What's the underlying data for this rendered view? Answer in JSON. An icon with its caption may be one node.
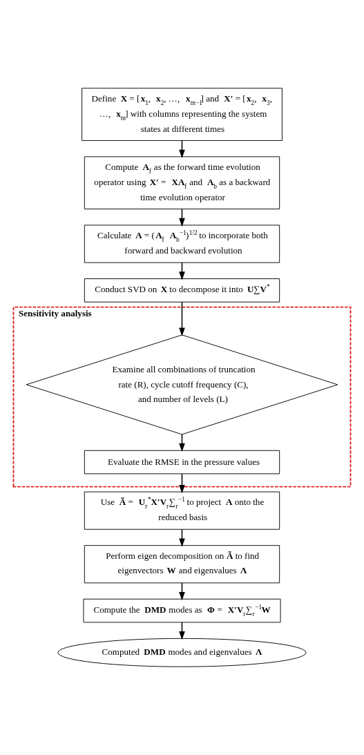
{
  "diagram": {
    "nodes": [
      {
        "text": [
          "Define **X** = [**x**$_{1}$, **x**$_{2}$, …, **x**$_{m−1}$] and **X′** = [**x**$_{2}$, **x**$_{3}$, …, **x**$_{m}$] with columns representing the system states at different times"
        ]
      },
      {
        "text": [
          "Compute **A**$_{f}$ as the forward time evolution operator using **X′** = **XA**$_{f}$ and **A**$_{b}$ as a backward time evolution operator"
        ]
      },
      {
        "text": [
          "Calculate **A** = (**A**$_{f}$ **A**$_{b}$$^{−1}$)$^{1/2}$ to incorporate both forward and backward evolution"
        ]
      },
      {
        "text": [
          "Conduct SVD on **X** to decompose it into **U**∑**V**$^{*}$"
        ]
      },
      {
        "text": [
          "Sensitivity analysis"
        ]
      },
      {
        "text": [
          "Examine all combinations of truncation rate (R), cycle cutoff frequency (C), and number of levels (L)"
        ],
        "in": 4
      },
      {
        "text": [
          "Evaluate the RMSE in the pressure values"
        ],
        "in": 4
      },
      {
        "text": [
          "Use **Ã** = **U**$_{r}$$^{*}$**X′V**$_{r}$∑$_{r}$$^{−1}$ to project **A** onto the reduced basis"
        ]
      },
      {
        "text": [
          "Perform eigen decomposition on **Ã** to find eigenvectors **W** and eigenvalues **Λ**"
        ]
      },
      {
        "text": [
          "Compute the **DMD** modes as **Φ** = **X′V**$_{r}$∑$_{r}$$^{−1}$**W**"
        ]
      },
      {
        "text": [
          "Computed **DMD** modes and eigenvalues **Λ**"
        ]
      }
    ],
    "edges": [
      {
        "from": 0,
        "to": 1,
        "arrow": "to"
      },
      {
        "from": 1,
        "to": 2,
        "arrow": "to"
      },
      {
        "from": 2,
        "to": 3,
        "arrow": "to"
      },
      {
        "from": 3,
        "to": 5,
        "arrow": "to"
      },
      {
        "from": 5,
        "to": 6,
        "arrow": "to"
      },
      {
        "from": 6,
        "to": 7,
        "arrow": "to"
      },
      {
        "from": 7,
        "to": 8,
        "arrow": "to"
      },
      {
        "from": 8,
        "to": 9,
        "arrow": "to"
      },
      {
        "from": 9,
        "to": 10,
        "arrow": "to"
      }
    ]
  }
}
